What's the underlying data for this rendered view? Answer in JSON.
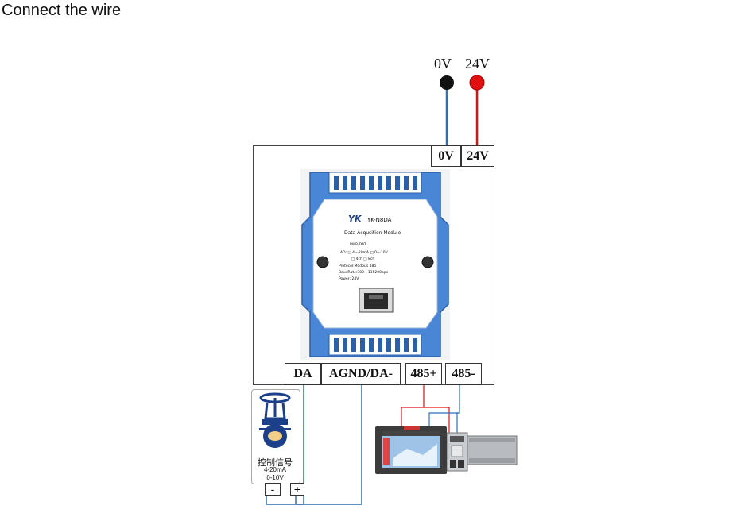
{
  "title": "Connect the wire",
  "power_labels": {
    "zero_v": "0V",
    "twenty_four_v": "24V"
  },
  "power_terminals": {
    "zero_v": "0V",
    "twenty_four_v": "24V"
  },
  "bottom_terminals": {
    "da": "DA",
    "agnd": "AGND/DA-",
    "rs485_plus": "485+",
    "rs485_minus": "485-"
  },
  "module": {
    "model": "YK-N8DA",
    "name": "Data Acqusition Module",
    "pwr": "PWR/DAT",
    "ao_line1": "AO: □ 4---20mA  □ 0---10V",
    "ao_line2": "□ 4ch          □ 8ch",
    "protocol": "Protocol:Modbus 485",
    "baudrate": "BaudRate:300---115200bps",
    "power": "Power: 24V"
  },
  "valve": {
    "label_cn": "控制信号",
    "signal1": "4-20mA",
    "signal2": "0-10V",
    "minus": "-",
    "plus": "+"
  },
  "colors": {
    "red_wire": "#e01010",
    "blue_wire": "#2f6fb8",
    "module_blue": "#4a86d6"
  }
}
